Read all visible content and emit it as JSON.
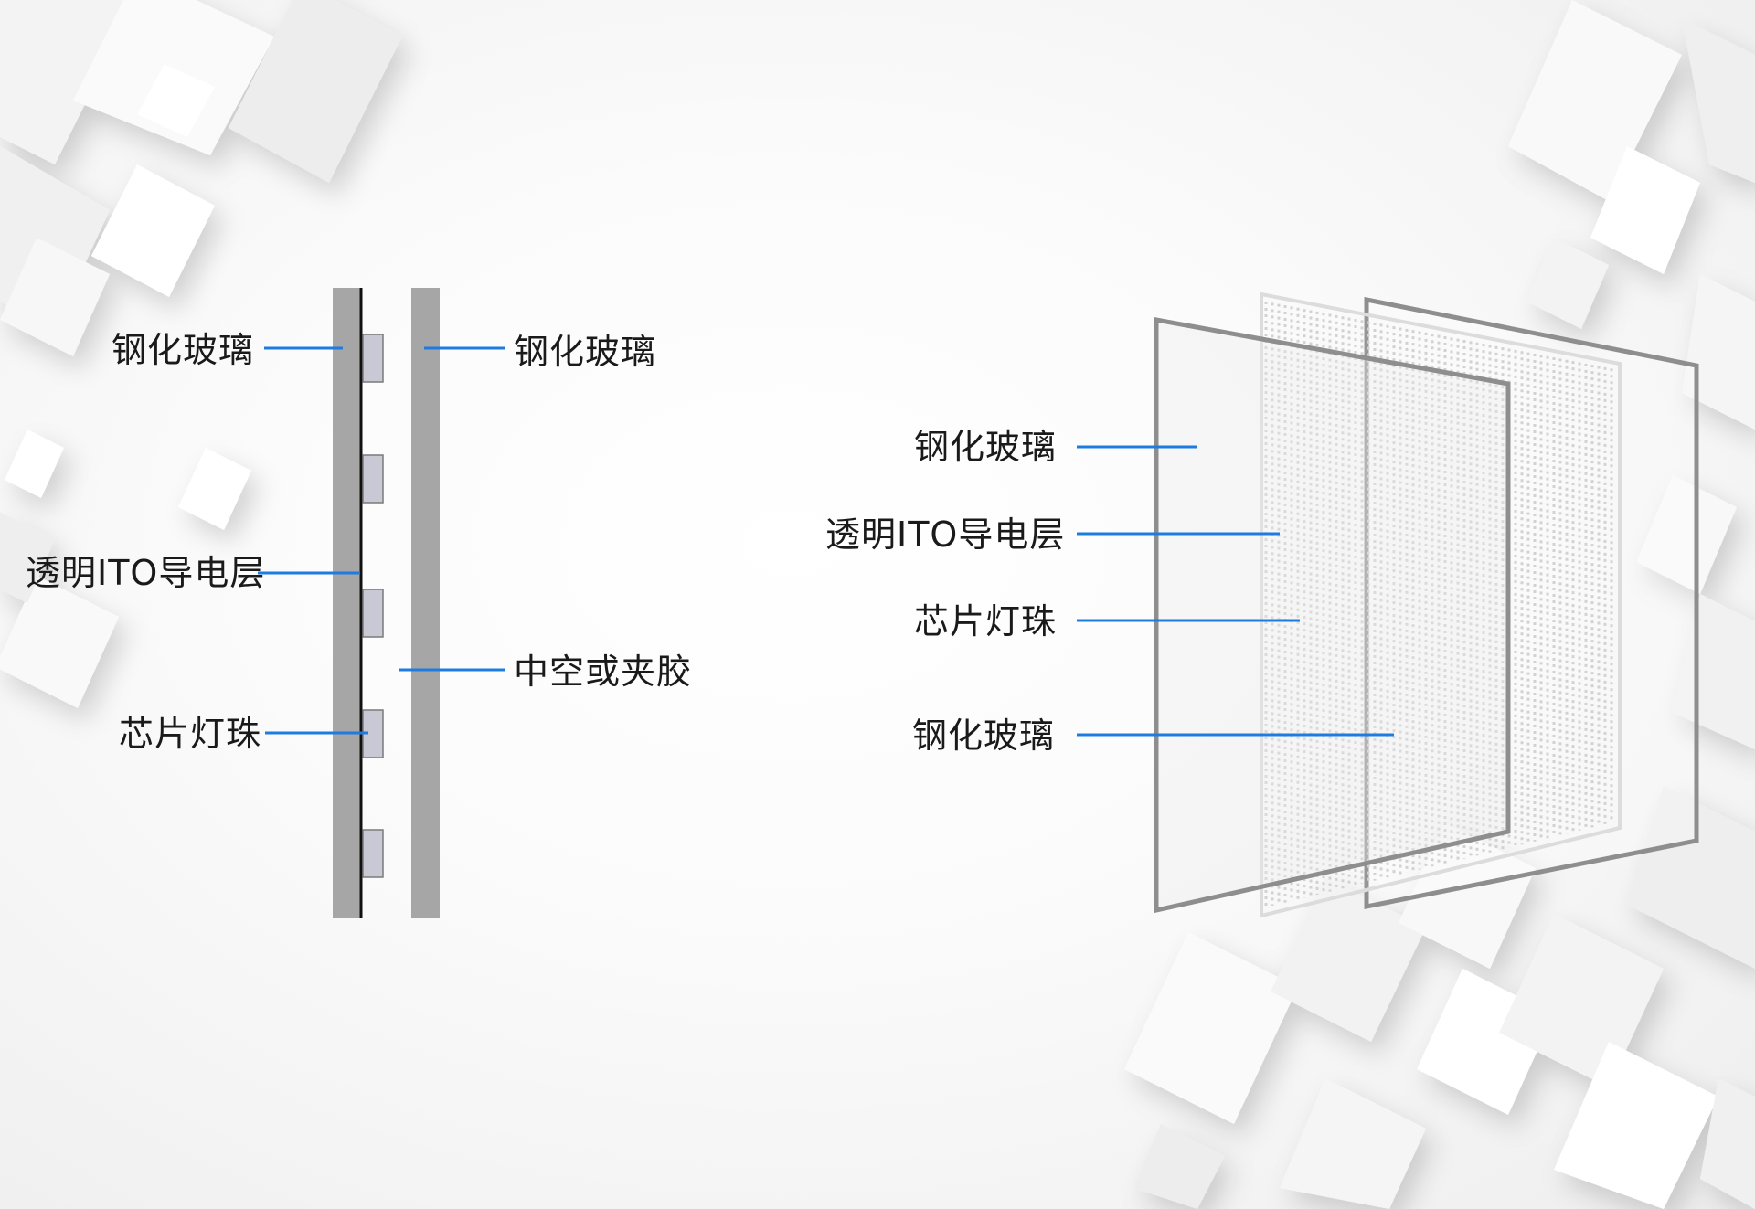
{
  "colors": {
    "leader": "#1e7be0",
    "glass": "#a6a6a6",
    "chip": "#c9c9d6",
    "frame": "#8e8e8e"
  },
  "cross_section": {
    "labels": {
      "left_glass": "钢化玻璃",
      "ito_layer": "透明ITO导电层",
      "chips": "芯片灯珠",
      "right_glass": "钢化玻璃",
      "gap": "中空或夹胶"
    }
  },
  "exploded_view": {
    "labels": [
      "钢化玻璃",
      "透明ITO导电层",
      "芯片灯珠",
      "钢化玻璃"
    ]
  }
}
